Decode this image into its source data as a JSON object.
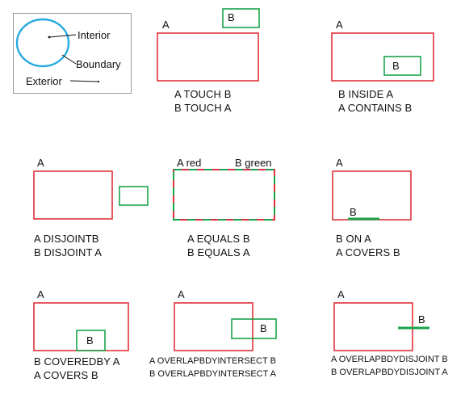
{
  "colors": {
    "a_stroke": "#e0313a",
    "b_stroke": "#1aa34a",
    "legend_circle": "#29a9e1",
    "legend_border": "#999999",
    "text": "#111111"
  },
  "legend": {
    "interior": "Interior",
    "boundary": "Boundary",
    "exterior": "Exterior"
  },
  "panels": [
    {
      "id": "touch",
      "a_label": "A",
      "b_label": "B",
      "lines": [
        "A TOUCH B",
        "B TOUCH A"
      ]
    },
    {
      "id": "inside",
      "a_label": "A",
      "b_label": "B",
      "lines": [
        "B INSIDE A",
        "A CONTAINS B"
      ]
    },
    {
      "id": "disjoint",
      "a_label": "A",
      "b_label": "",
      "lines": [
        "A DISJOINTB",
        "B DISJOINT A"
      ]
    },
    {
      "id": "equals",
      "a_label": "A red",
      "b_label": "B green",
      "lines": [
        "A EQUALS B",
        "B EQUALS A"
      ]
    },
    {
      "id": "on",
      "a_label": "A",
      "b_label": "B",
      "lines": [
        "B ON A",
        "A COVERS B"
      ]
    },
    {
      "id": "coveredby",
      "a_label": "A",
      "b_label": "B",
      "lines": [
        "B COVEREDBY A",
        "A COVERS B"
      ]
    },
    {
      "id": "overlap-intersect",
      "a_label": "A",
      "b_label": "B",
      "lines": [
        "A OVERLAPBDYINTERSECT B",
        "B OVERLAPBDYINTERSECT A"
      ]
    },
    {
      "id": "overlap-disjoint",
      "a_label": "A",
      "b_label": "B",
      "lines": [
        "A OVERLAPBDYDISJOINT B",
        "B OVERLAPBDYDISJOINT A"
      ]
    }
  ]
}
